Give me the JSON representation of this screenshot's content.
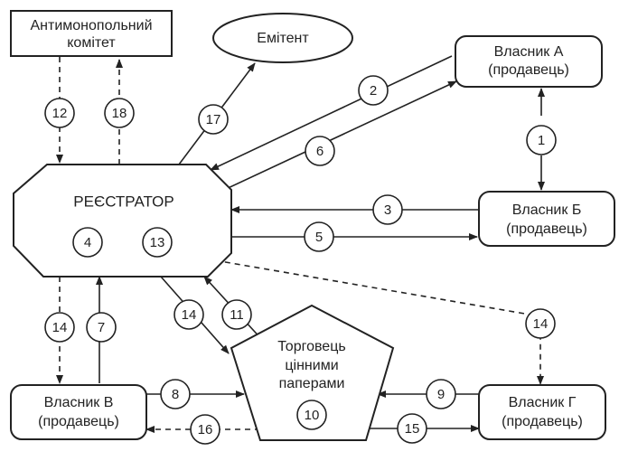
{
  "nodes": {
    "antimonopoly": {
      "line1": "Антимонопольний",
      "line2": "комітет"
    },
    "issuer": {
      "label": "Емітент"
    },
    "owner_a": {
      "line1": "Власник А",
      "line2": "(продавець)"
    },
    "owner_b": {
      "line1": "Власник Б",
      "line2": "(продавець)"
    },
    "owner_v": {
      "line1": "Власник В",
      "line2": "(продавець)"
    },
    "owner_g": {
      "line1": "Власник Г",
      "line2": "(продавець)"
    },
    "registrar": {
      "label": "РЕЄСТРАТОР",
      "step_a": "4",
      "step_b": "13"
    },
    "dealer": {
      "line1": "Торговець",
      "line2": "цінними",
      "line3": "паперами",
      "step": "10"
    }
  },
  "steps": {
    "s1": "1",
    "s2": "2",
    "s3": "3",
    "s5": "5",
    "s6": "6",
    "s7": "7",
    "s8": "8",
    "s9": "9",
    "s11": "11",
    "s12": "12",
    "s14a": "14",
    "s14b": "14",
    "s14c": "14",
    "s15": "15",
    "s16": "16",
    "s17": "17",
    "s18": "18"
  }
}
